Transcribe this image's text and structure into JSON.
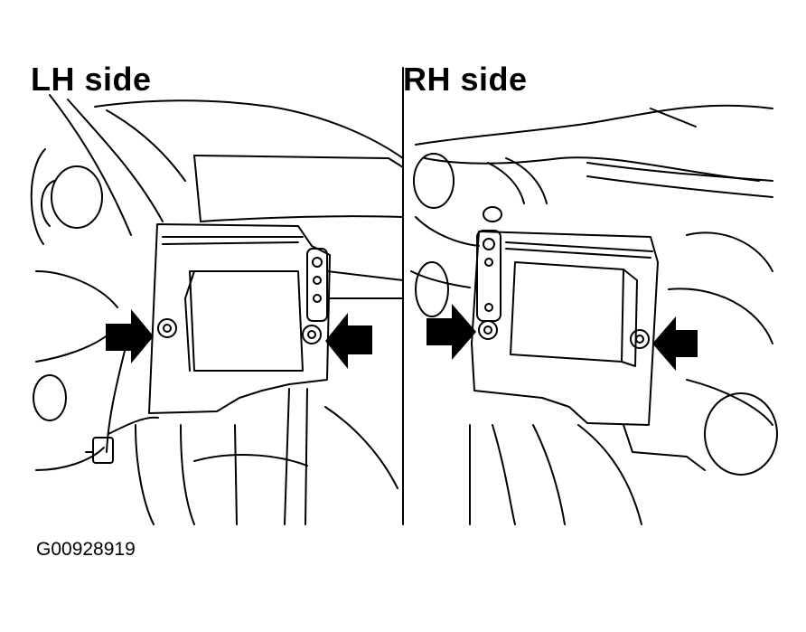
{
  "panels": {
    "left": {
      "label": "LH side"
    },
    "right": {
      "label": "RH side"
    }
  },
  "figure_id": "G00928919",
  "colors": {
    "background": "#ffffff",
    "line": "#000000"
  },
  "icons": [
    "arrow-icon",
    "bolt-icon"
  ]
}
